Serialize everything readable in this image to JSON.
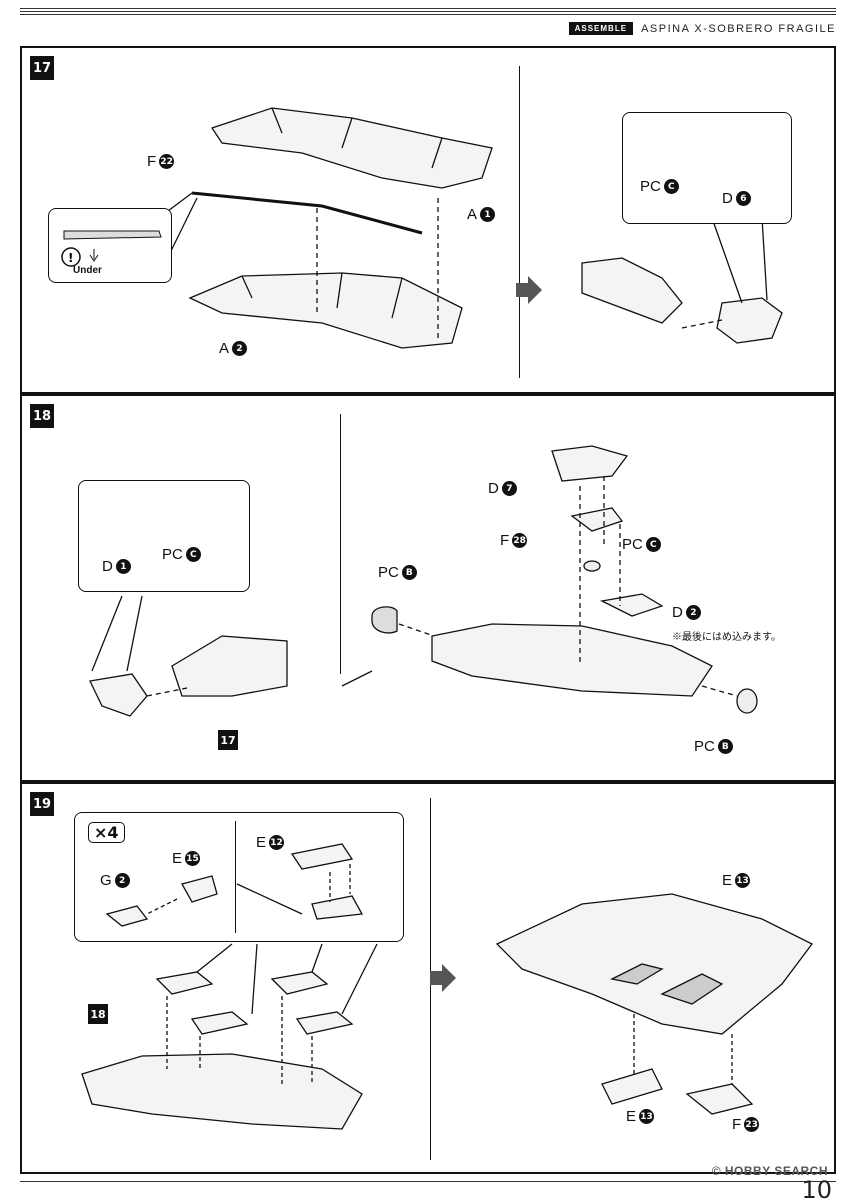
{
  "header": {
    "section_tag": "ASSEMBLE",
    "title": "ASPINA X-SOBRERO FRAGILE"
  },
  "steps": [
    {
      "number": "17",
      "labels": {
        "f22": {
          "letter": "F",
          "num": "22"
        },
        "a1": {
          "letter": "A",
          "num": "1"
        },
        "a2": {
          "letter": "A",
          "num": "2"
        },
        "pcc": {
          "letter": "PC",
          "num": "C"
        },
        "d6": {
          "letter": "D",
          "num": "6"
        }
      },
      "under_text": "Under",
      "warning_icon": "!"
    },
    {
      "number": "18",
      "labels": {
        "d1": {
          "letter": "D",
          "num": "1"
        },
        "pcc_left": {
          "letter": "PC",
          "num": "C"
        },
        "ref17": "17",
        "d7": {
          "letter": "D",
          "num": "7"
        },
        "f28": {
          "letter": "F",
          "num": "28"
        },
        "pcc_right": {
          "letter": "PC",
          "num": "C"
        },
        "pcb_top": {
          "letter": "PC",
          "num": "B"
        },
        "d2": {
          "letter": "D",
          "num": "2"
        },
        "pcb_bottom": {
          "letter": "PC",
          "num": "B"
        }
      },
      "note": "※最後にはめ込みます。"
    },
    {
      "number": "19",
      "labels": {
        "x4": "×4",
        "e15": {
          "letter": "E",
          "num": "15"
        },
        "g2": {
          "letter": "G",
          "num": "2"
        },
        "e12": {
          "letter": "E",
          "num": "12"
        },
        "ref18": "18",
        "e13_top": {
          "letter": "E",
          "num": "13"
        },
        "e13_bottom": {
          "letter": "E",
          "num": "13"
        },
        "f23": {
          "letter": "F",
          "num": "23"
        }
      }
    }
  ],
  "footer": {
    "watermark": "© HOBBY SEARCH",
    "page_number": "10"
  }
}
